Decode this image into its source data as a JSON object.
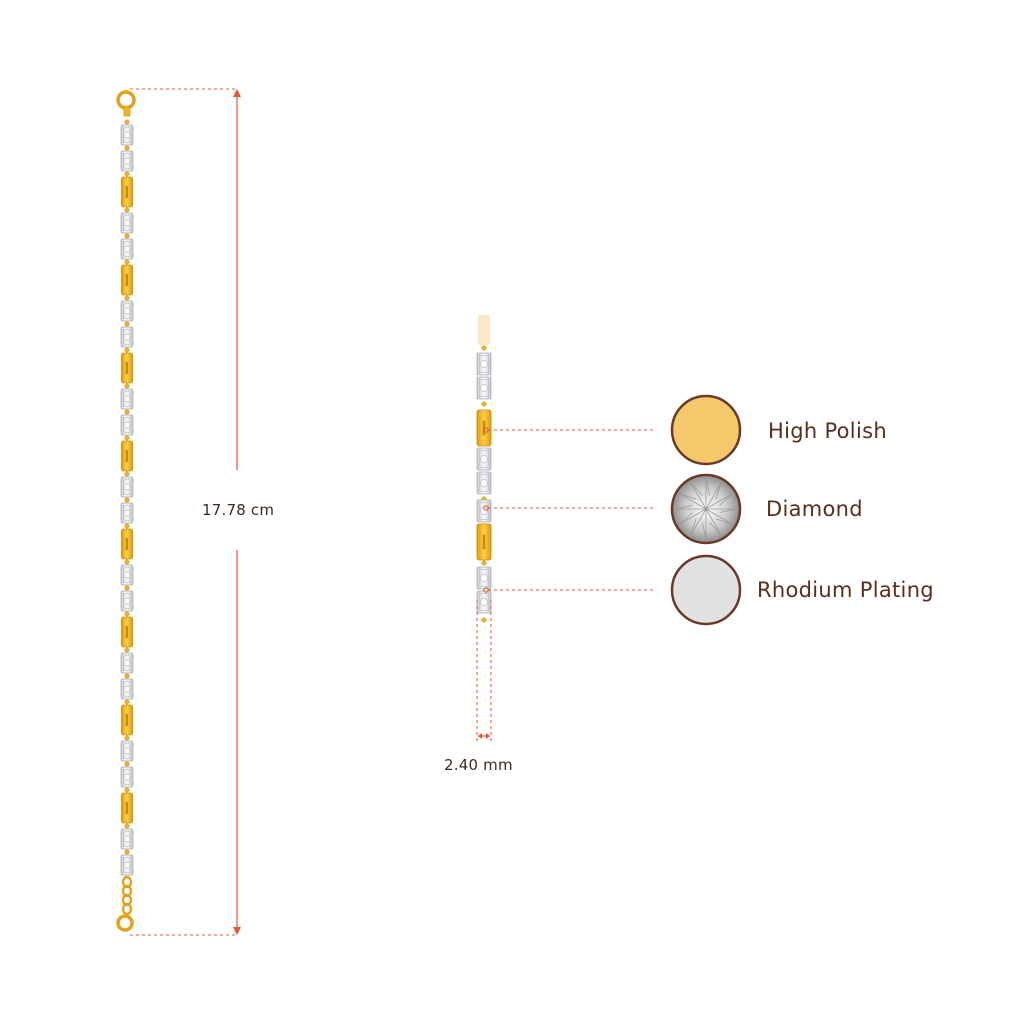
{
  "measurements": {
    "length": "17.78 cm",
    "width": "2.40 mm"
  },
  "legend": [
    {
      "label": "High Polish",
      "color": "#f5c96b",
      "kind": "gold-swatch"
    },
    {
      "label": "Diamond",
      "color": "#d9d9d9",
      "kind": "diamond-swatch"
    },
    {
      "label": "Rhodium Plating",
      "color": "#e2e2e2",
      "kind": "rhodium-swatch"
    }
  ],
  "colors": {
    "dimension_line": "#e8562a",
    "gold": "#f2b321",
    "gold_dark": "#d99a12",
    "silver": "#e9ebee",
    "swatch_border": "#6b3a26"
  }
}
